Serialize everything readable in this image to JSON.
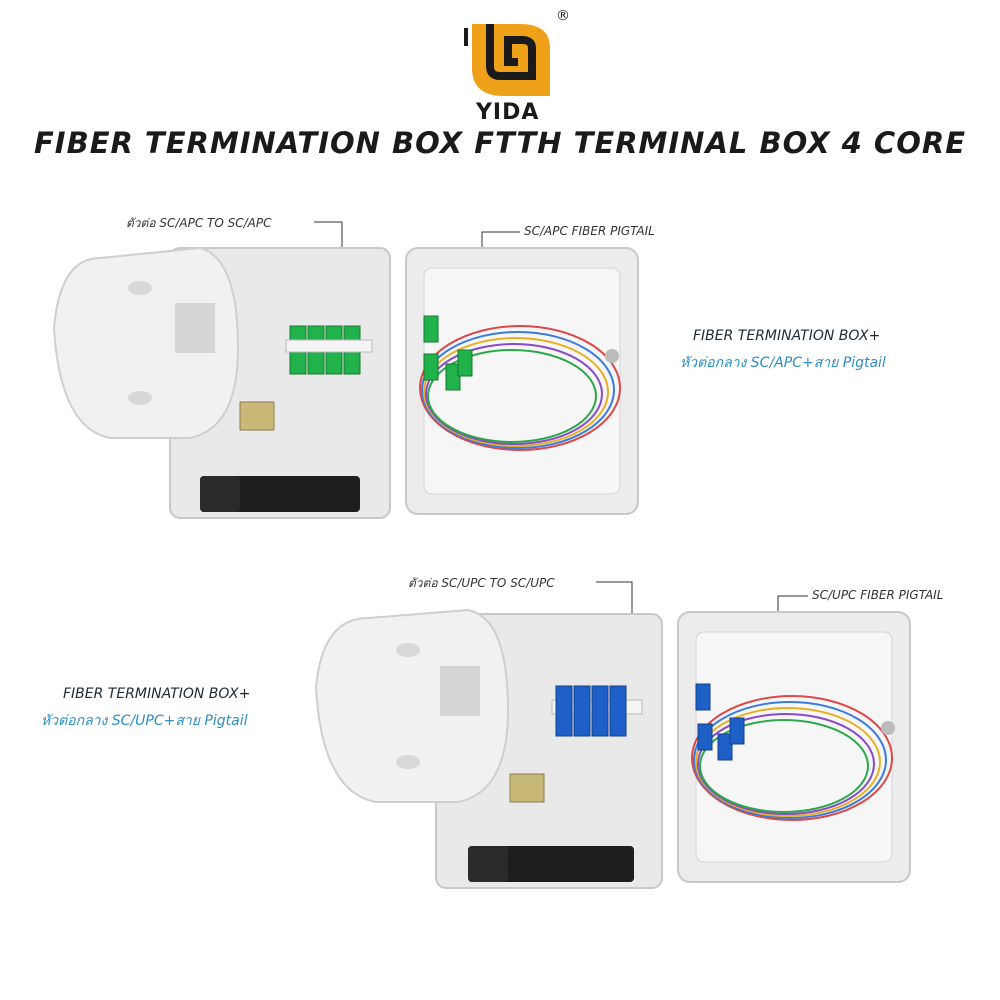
{
  "brand": {
    "name": "YIDA",
    "registered_mark": "®",
    "logo_colors": {
      "primary": "#f0a11a",
      "dark": "#1a1a1a"
    }
  },
  "title": "FIBER TERMINATION BOX FTTH TERMINAL BOX 4 CORE",
  "product_apc": {
    "adapter_callout": "ตัวต่อ SC/APC TO SC/APC",
    "pigtail_callout": "SC/APC FIBER PIGTAIL",
    "label_line1": "FIBER TERMINATION BOX+",
    "label_line2": "หัวต่อกลาง SC/APC+สาย Pigtail",
    "connector_color": "#22b24c"
  },
  "product_upc": {
    "adapter_callout": "ตัวต่อ SC/UPC TO SC/UPC",
    "pigtail_callout": "SC/UPC FIBER PIGTAIL",
    "label_line1": "FIBER TERMINATION BOX+",
    "label_line2": "หัวต่อกลาง SC/UPC+สาย Pigtail",
    "connector_color": "#1f5fc8"
  },
  "colors": {
    "label_blue": "#2b8fc6",
    "box_body": "#e8e8e8"
  }
}
